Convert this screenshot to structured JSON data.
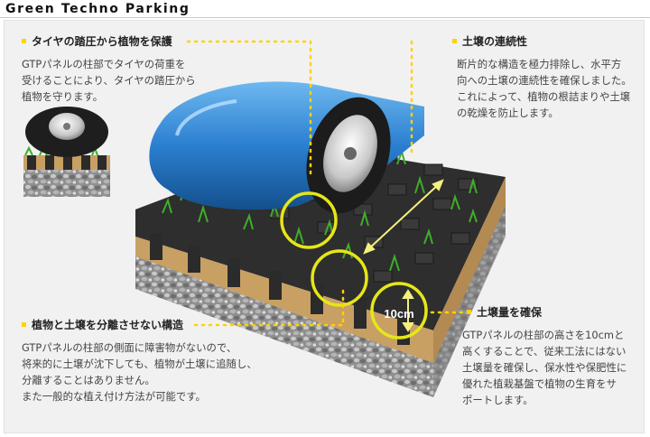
{
  "page_title": "Green Techno Parking",
  "sections": {
    "tire_load": {
      "heading": "タイヤの踏圧から植物を保護",
      "lines": [
        "GTPパネルの柱部でタイヤの荷重を",
        "受けることにより、タイヤの踏圧から",
        "植物を守ります。"
      ]
    },
    "soil_continuity": {
      "heading": "土壌の連続性",
      "lines": [
        "断片的な構造を極力排除し、水平方",
        "向への土壌の連続性を確保しました。",
        "これによって、植物の根詰まりや土壌",
        "の乾燥を防止します。"
      ]
    },
    "no_separation": {
      "heading": "植物と土壌を分離させない構造",
      "lines": [
        "GTPパネルの柱部の側面に障害物がないので、",
        "将来的に土壌が沈下しても、植物が土壌に追随し、",
        "分離することはありません。",
        "また一般的な植え付け方法が可能です。"
      ]
    },
    "soil_volume": {
      "heading": "土壌量を確保",
      "lines": [
        "GTPパネルの柱部の高さを10cmと",
        "高くすることで、従来工法にはない",
        "土壌量を確保し、保水性や保肥性に",
        "優れた植栽基盤で植物の生育をサ",
        "ポートします。"
      ]
    }
  },
  "diagram": {
    "height_label": "10cm"
  },
  "colors": {
    "highlight": "#e6e619",
    "leader_dots": "#ffd200",
    "car_body": "#2a7fd0",
    "grass": "#3fae2a",
    "soil": "#c8a064",
    "panel_post": "#2b2b2b",
    "gravel": "#9a9a9a"
  }
}
